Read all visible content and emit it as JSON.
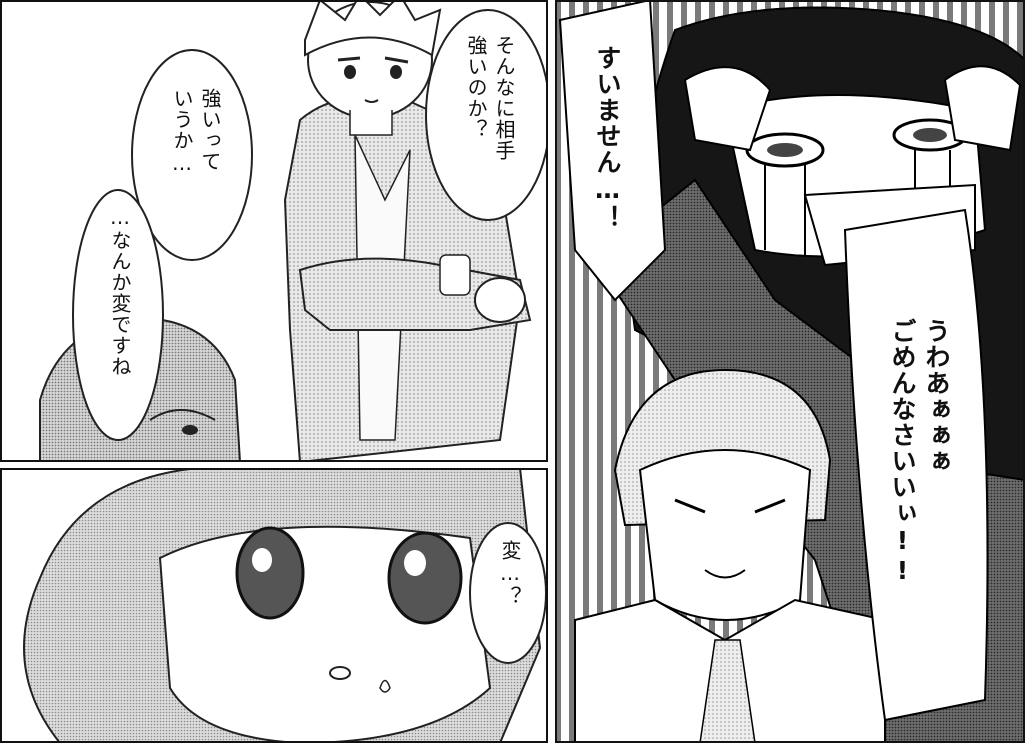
{
  "panels": [
    {
      "name": "panel-top-left",
      "bubbles": [
        {
          "name": "speech-bubble-strong-opponent",
          "text": "そんなに相手\n強いのか？"
        },
        {
          "name": "speech-bubble-strong-or",
          "text": "強いって\nいうか…"
        },
        {
          "name": "speech-bubble-something-weird",
          "text": "…なんか変ですね"
        }
      ]
    },
    {
      "name": "panel-bottom-left",
      "bubbles": [
        {
          "name": "speech-bubble-weird",
          "text": "変…？"
        }
      ]
    },
    {
      "name": "panel-right",
      "bubbles": [
        {
          "name": "speech-bubble-sorry",
          "text": "すいません…！"
        },
        {
          "name": "speech-bubble-crying-apology",
          "text": "うわあぁぁぁ\nごめんなさいいぃ!!"
        }
      ]
    }
  ]
}
